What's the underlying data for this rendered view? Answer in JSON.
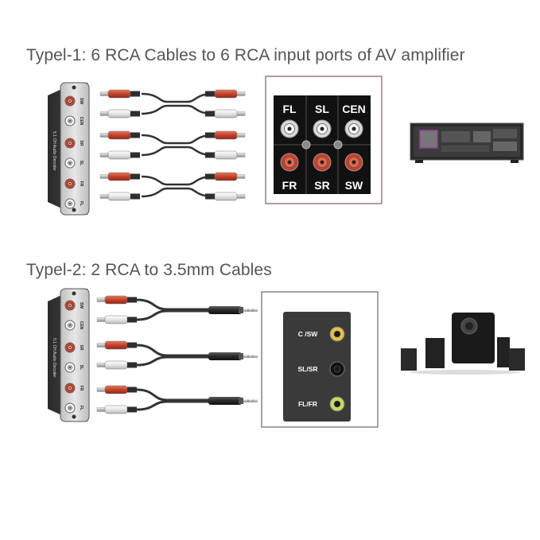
{
  "section1": {
    "title": "Typel-1: 6 RCA Cables to 6 RCA input ports of AV amplifier",
    "ports": [
      "FL",
      "SL",
      "CEN",
      "FR",
      "SR",
      "SW"
    ]
  },
  "section2": {
    "title": "Typel-2: 2 RCA to 3.5mm Cables",
    "jacks": [
      "C /SW",
      "SL/SR",
      "FL/FR"
    ]
  },
  "device": {
    "labels": [
      "SW",
      "CEN",
      "SR",
      "SL",
      "FR",
      "FL"
    ]
  },
  "colors": {
    "rca_red": "#c8402a",
    "rca_white": "#eeeeee",
    "panel_frame": "#7a5a7a",
    "amp_highlight": "#9b3aa0"
  }
}
